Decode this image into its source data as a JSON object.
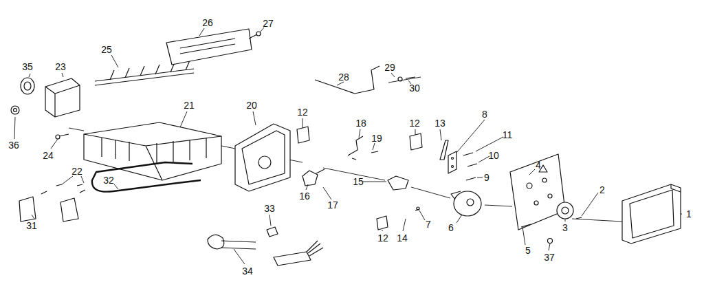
{
  "diagram": {
    "labels": [
      "26",
      "27",
      "25",
      "35",
      "23",
      "29",
      "28",
      "30",
      "20",
      "21",
      "12",
      "18",
      "12",
      "13",
      "8",
      "11",
      "19",
      "10",
      "36",
      "24",
      "9",
      "4",
      "16",
      "17",
      "15",
      "22",
      "32",
      "2",
      "1",
      "31",
      "33",
      "7",
      "6",
      "3",
      "12",
      "14",
      "5",
      "37",
      "34"
    ]
  }
}
